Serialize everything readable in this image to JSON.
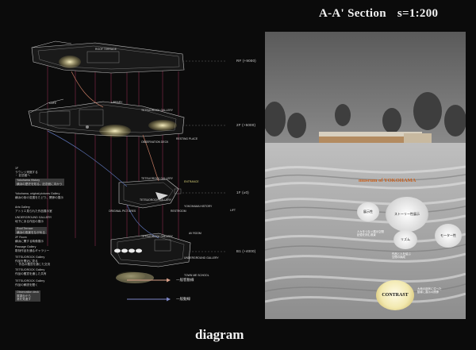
{
  "title": {
    "section": "A-A' Section",
    "scale": "s=1:200"
  },
  "diagram_title": "diagram",
  "levels": [
    "RF (+9000)",
    "2F (+5000)",
    "1F (±0)",
    "B1 (+4000)"
  ],
  "floor_labels": {
    "roof_terrace": "ROOF TERRACE",
    "cafe": "CAFE",
    "library": "LIBRARY",
    "tetsuo_gallery_2f": "TETSUOROCK GALLERY",
    "observation_deck": "OBSERVATION DECK",
    "resting_place": "RESTING PLACE",
    "tetsuo_gallery_1f": "TETSUOROCK GALLERY",
    "entrance": "ENTRANCE",
    "original_pictures": "ORIGINAL PICTURES",
    "tetsuo_gallery_1f_b": "TETSUOROCK GALLERY",
    "yokohama_history": "YOKOHAMA HISTORY",
    "lift": "LIFT",
    "restroom": "RESTROOM",
    "tetsuo_gallery_b1": "TETSUOROCK GALLERY",
    "av_room": "AV ROOM",
    "underground_gallery": "UNDERGROUND GALLERY",
    "town_me_school": "TOWN ME SCHOOL"
  },
  "legend": {
    "orange_label": "一般客動線",
    "blue_label": "一般動線"
  },
  "notes": [
    {
      "head": "1F",
      "text": "ラウンジ来館する\n・ 記念館へ"
    },
    {
      "head": "Yokohama History",
      "text": "横浜の歴史を知る。記念館に向かう"
    },
    {
      "head": "Yokohama, original pictures Gallery",
      "text": "横浜の街の変遷をたどり、関係の展示"
    },
    {
      "head": "Arts Gallery",
      "text": "アトリエ見られた作品展示室"
    },
    {
      "head": "UNDERGROUND GALLERY",
      "text": "地下にある作品の展示"
    },
    {
      "head": "Roof Terrace",
      "text": "横浜の風景をながめる"
    },
    {
      "head": "2F Room",
      "text": "横浜に関する映像展示"
    },
    {
      "head": "Passage Gallery",
      "text": "彫刻作品を通るギャラリー"
    },
    {
      "head": "TETSUOROCK Gallery",
      "text": "作品を間近に見る\n・ 作品の鑑賞を通じた交流"
    },
    {
      "head": "TETSUOROCK Gallery",
      "text": "作品の鑑賞を通した共有"
    },
    {
      "head": "TETSUOROCK Gallery",
      "text": "作品の解説を聞く"
    },
    {
      "head": "Observation deck",
      "text": "展望台から\n港を見渡す"
    }
  ],
  "panel": {
    "caption": "museum of YOKOHAMA",
    "bubbles": [
      "展示性",
      "ストーリー性展示",
      "モーター性",
      "リズム",
      "CONTRAST"
    ],
    "panel_notes": [
      "人々をつなぐ展示空間\n記憶を刻む風景",
      "作品と人を結ぶ\n空間の構成",
      "大地の起伏に沿った\n動線と展示の関係"
    ]
  }
}
